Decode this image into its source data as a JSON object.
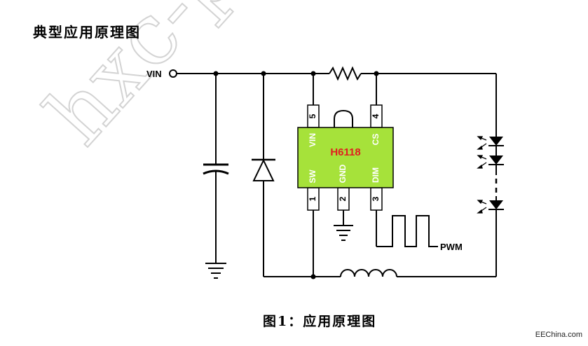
{
  "heading": "典型应用原理图",
  "caption": "图1：应用原理图",
  "source": "EEChina.com",
  "watermark": "hxc-pc",
  "circuit": {
    "input_label": "VIN",
    "chip": {
      "name": "H6118",
      "body_color": "#a6e23a",
      "name_color": "#e02020",
      "pins": [
        {
          "number": "1",
          "name": "SW"
        },
        {
          "number": "2",
          "name": "GND"
        },
        {
          "number": "3",
          "name": "DIM"
        },
        {
          "number": "4",
          "name": "CS"
        },
        {
          "number": "5",
          "name": "VIN"
        }
      ]
    },
    "pwm_label": "PWM"
  }
}
